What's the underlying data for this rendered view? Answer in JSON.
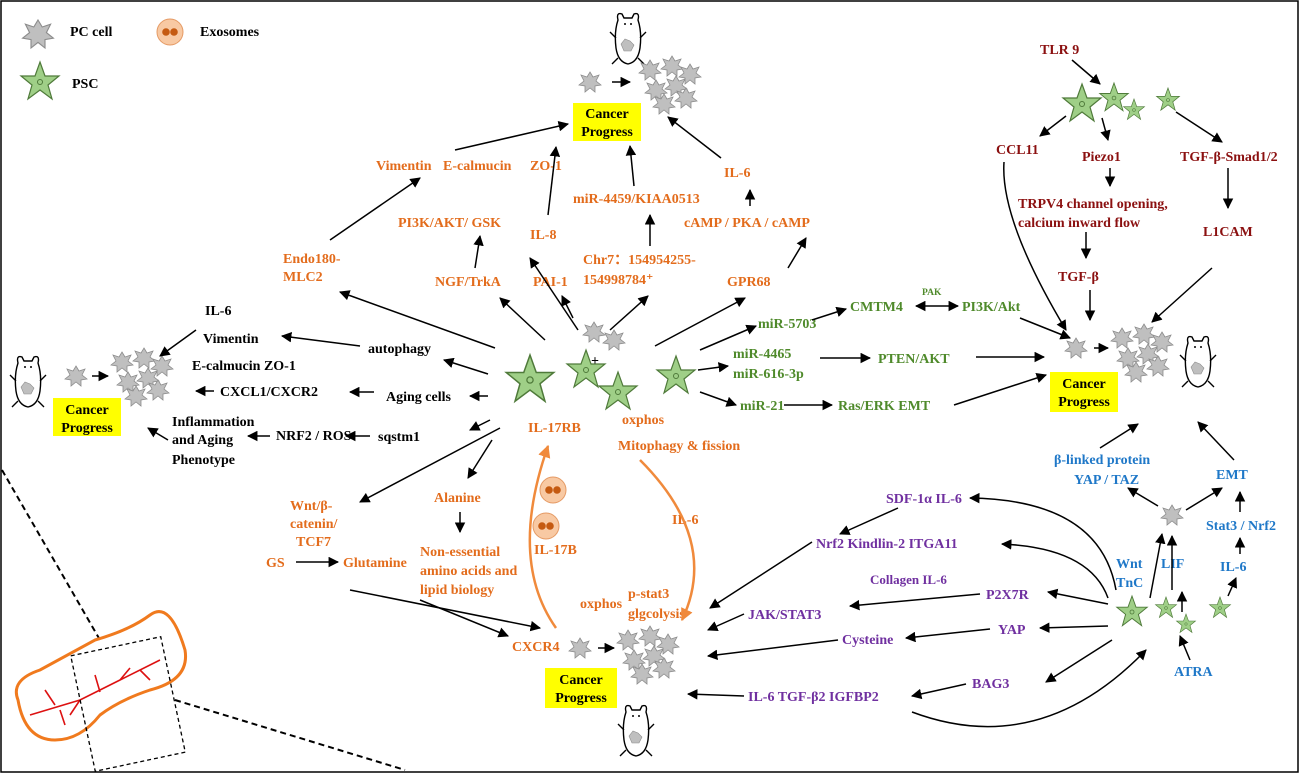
{
  "legend": {
    "pc_cell": "PC cell",
    "exosomes": "Exosomes",
    "psc": "PSC"
  },
  "cancer_label": {
    "line1": "Cancer",
    "line2": "Progress"
  },
  "top": {
    "vimentin": "Vimentin",
    "ecalmucin": "E-calmucin",
    "zo1": "ZO-1",
    "pi3k_gsk": "PI3K/AKT/ GSK",
    "il8": "IL-8",
    "mir4459": "miR-4459/KIAA0513",
    "il6": "IL-6",
    "camp": "cAMP / PKA / cAMP",
    "endo_1": "Endo180-",
    "endo_2": "MLC2",
    "ngf": "NGF/TrkA",
    "pai1": "PAI-1",
    "chr7_1": "Chr7：154954255-",
    "chr7_2": "154998784⁺",
    "gpr68": "GPR68"
  },
  "left": {
    "il6": "IL-6",
    "vimentin": "Vimentin",
    "ecal_zo1": "E-calmucin  ZO-1",
    "cxcl1": "CXCL1/CXCR2",
    "inflam_1": "Inflammation",
    "inflam_2": "and Aging",
    "inflam_3": "Phenotype",
    "nrf2ros": "NRF2 / ROS",
    "autophagy": "autophagy",
    "aging": "Aging cells",
    "sqstm1": "sqstm1"
  },
  "center": {
    "plus": "+",
    "il17rb": "IL-17RB",
    "oxphos": "oxphos",
    "mitophagy": "Mitophagy & fission"
  },
  "lower_left": {
    "wnt_1": "Wnt/β-",
    "wnt_2": "catenin/",
    "wnt_3": "TCF7",
    "gs": "GS",
    "glutamine": "Glutamine",
    "alanine": "Alanine",
    "ne_1": "Non-essential",
    "ne_2": "amino acids and",
    "ne_3": "lipid biology",
    "il17b": "IL-17B",
    "il6": "IL-6",
    "oxphos": "oxphos",
    "pstat3": "p-stat3",
    "glgcolysis": "glgcolysis",
    "cxcr4": "CXCR4"
  },
  "green": {
    "mir5703": "miR-5703",
    "cmtm4": "CMTM4",
    "pak": "PAK",
    "pi3kakt": "PI3K/Akt",
    "mir4465_1": "miR-4465",
    "mir4465_2": "miR-616-3p",
    "pten": "PTEN/AKT",
    "mir21": "miR-21",
    "ras": "Ras/ERK EMT"
  },
  "red": {
    "tlr9": "TLR 9",
    "ccl11": "CCL11",
    "piezo1": "Piezo1",
    "tgfsmad": "TGF-β-Smad1/2",
    "trpv4_1": "TRPV4 channel opening,",
    "trpv4_2": "calcium inward flow",
    "l1cam": "L1CAM",
    "tgfb": "TGF-β"
  },
  "purple": {
    "sdf": "SDF-1α IL-6",
    "nrf2": "Nrf2  Kindlin-2  ITGA11",
    "collagen": "Collagen  IL-6",
    "p2x7r": "P2X7R",
    "jak": "JAK/STAT3",
    "yap": "YAP",
    "cysteine": "Cysteine",
    "bag3": "BAG3",
    "il6tgf": "IL-6  TGF-β2  IGFBP2"
  },
  "blue": {
    "beta_1": "β-linked protein",
    "beta_2": "YAP / TAZ",
    "emt": "EMT",
    "stat3": "Stat3 / Nrf2",
    "il6": "IL-6",
    "wnt": "Wnt",
    "tnc": "TnC",
    "lif": "LIF",
    "atra": "ATRA"
  },
  "colors": {
    "orange": "#e36c1c",
    "green": "#4f8a2b",
    "red": "#8b1010",
    "purple": "#7030a0",
    "blue": "#1f78c8",
    "highlight": "#ffff00",
    "psc_fill": "#9fcf87",
    "pc_fill": "#bfbfbf",
    "exosome_fill": "#f4b183"
  }
}
